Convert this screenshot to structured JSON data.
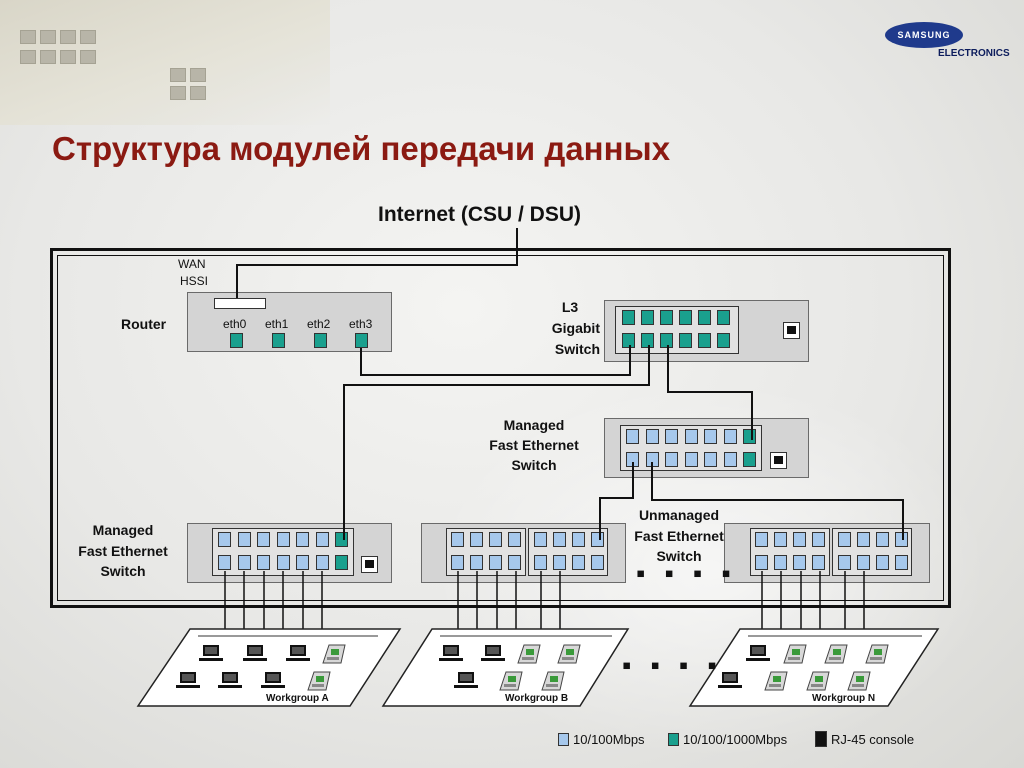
{
  "logo": {
    "brand": "SAMSUNG",
    "sub": "ELECTRONICS"
  },
  "title": "Структура модулей передачи данных",
  "internet_label": "Internet (CSU / DSU)",
  "router": {
    "label": "Router",
    "wan_label_1": "WAN",
    "wan_label_2": "HSSI",
    "ports": [
      "eth0",
      "eth1",
      "eth2",
      "eth3"
    ]
  },
  "l3_switch": {
    "line1": "L3",
    "line2": "Gigabit",
    "line3": "Switch"
  },
  "managed_switch_center": {
    "line1": "Managed",
    "line2": "Fast Ethernet",
    "line3": "Switch"
  },
  "managed_switch_left": {
    "line1": "Managed",
    "line2": "Fast Ethernet",
    "line3": "Switch"
  },
  "unmanaged_switch": {
    "line1": "Unmanaged",
    "line2": "Fast Ethernet",
    "line3": "Switch"
  },
  "ellipsis": "▪ ▪ ▪ ▪",
  "workgroups": [
    "Workgroup A",
    "Workgroup B",
    "Workgroup N"
  ],
  "legend": [
    {
      "label": "10/100Mbps",
      "color": "#a6c8ec"
    },
    {
      "label": "10/100/1000Mbps",
      "color": "#1aa08e"
    },
    {
      "label": "RJ-45 console",
      "color": "#111111"
    }
  ]
}
